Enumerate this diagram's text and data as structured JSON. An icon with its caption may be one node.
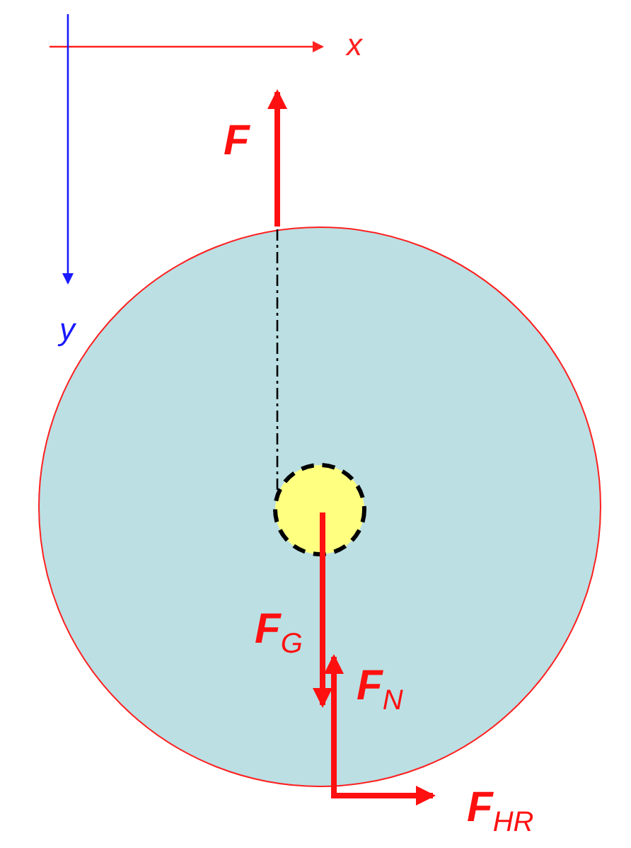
{
  "diagram": {
    "nodes": [
      {
        "text": [],
        "shape": "circle"
      },
      {
        "text": [],
        "shape": "circle",
        "in": 0
      }
    ],
    "labels": [
      "x",
      "y",
      "F",
      "F$_{G}$",
      "F$_{N}$",
      "F$_{HR}$"
    ]
  }
}
